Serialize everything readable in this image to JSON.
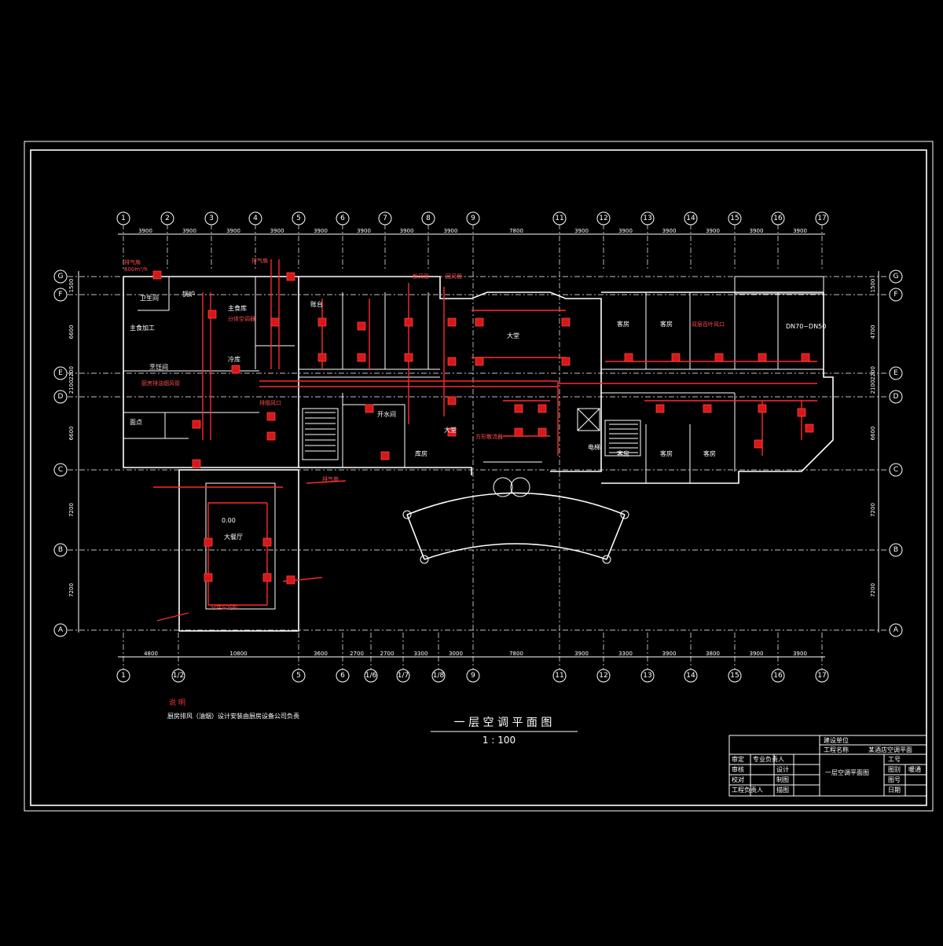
{
  "grid": {
    "columns_top": [
      "1",
      "2",
      "3",
      "4",
      "5",
      "6",
      "7",
      "8",
      "9",
      "11",
      "12",
      "13",
      "14",
      "15",
      "16",
      "17"
    ],
    "columns_bottom": [
      "1",
      "1/2",
      "5",
      "6",
      "1/6",
      "1/7",
      "1/8",
      "9",
      "11",
      "12",
      "13",
      "14",
      "15",
      "16",
      "17"
    ],
    "rows": [
      "G",
      "F",
      "E",
      "D",
      "C",
      "B",
      "A"
    ],
    "dims_top": [
      "3900",
      "3900",
      "3900",
      "3900",
      "3900",
      "3900",
      "3900",
      "3900",
      "7800",
      "3900",
      "3900",
      "3900",
      "3900",
      "3900",
      "3900"
    ],
    "dims_bottom": [
      "4800",
      "10800",
      "3600",
      "2700",
      "2700",
      "3300",
      "3000",
      "7800",
      "3900",
      "3300",
      "3900",
      "3800",
      "3900",
      "3900"
    ],
    "dims_left": [
      "1500",
      "6600",
      "2200",
      "2100",
      "6600",
      "7200",
      "7200"
    ],
    "dims_right": [
      "1500",
      "4700",
      "2200",
      "2100",
      "6600",
      "7200",
      "7200"
    ]
  },
  "rooms": {
    "toilet": "卫生间",
    "boiler": "锅炉",
    "staple": "主食加工",
    "main_store": "主食库",
    "cooking": "烹饪间",
    "cold": "冷库",
    "pastry": "面点",
    "hall": "大堂",
    "lobby": "大堂",
    "guest1": "客房",
    "guest2": "客房",
    "guest3": "客房",
    "guest4": "客房",
    "guest5": "客房",
    "banquet": "大餐厅",
    "water": "开水间",
    "store": "库房",
    "cashier": "账台",
    "elevator": "电梯"
  },
  "annotations": {
    "exhaust_fan_1": "排气扇",
    "exhaust_fan_2": "排气扇",
    "exhaust_fan_3": "排气扇",
    "exhaust_rate": "600m³/h",
    "ac_unit": "分体空调机",
    "split_ac": "分体空调器",
    "fresh_air": "新风管",
    "return_air": "回风管",
    "supply_outlet": "双层百叶风口",
    "kitchen_hood": "厨房排油烟风管",
    "smoke_exhaust": "排烟风口",
    "ac_floor": "方形散流器",
    "note_title": "说 明",
    "note_text": "厨房排风（油烟）设计安装由厨房设备公司负责",
    "pipe_size": "DN70~DN50",
    "level": "0.00"
  },
  "title": {
    "main": "一 层 空 调 平 面 图",
    "scale": "1 : 100"
  },
  "title_block": {
    "project_label": "建设单位",
    "project_name": "工程名称",
    "project_value": "某酒店空调平面",
    "drawing_name": "一层空调平面图",
    "roles": [
      "审定",
      "审核",
      "校对",
      "工程负责人"
    ],
    "roles2": [
      "专业负责人",
      "设计",
      "制图",
      "描图"
    ],
    "right_labels": [
      "工号",
      "图别",
      "图号",
      "日期"
    ],
    "right_values": [
      "",
      "暖通",
      "",
      ""
    ]
  }
}
